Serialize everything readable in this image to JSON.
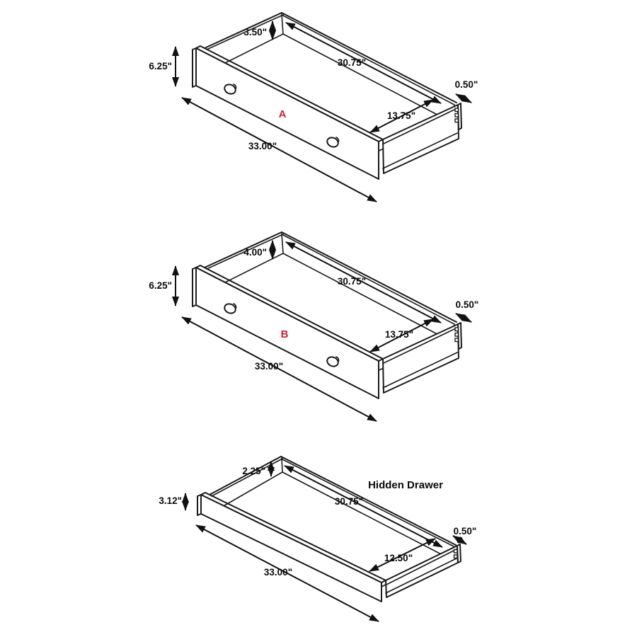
{
  "diagram": {
    "background": "#ffffff",
    "line_color": "#1a1a1a",
    "accent_color": "#cc2233"
  },
  "drawers": [
    {
      "letter": "A",
      "side_height": "3.50\"",
      "front_height": "6.25\"",
      "inner_width": "30.75\"",
      "side_thickness": "0.50\"",
      "inner_depth": "13.75\"",
      "overall_width": "33.00\""
    },
    {
      "letter": "B",
      "side_height": "4.00\"",
      "front_height": "6.25\"",
      "inner_width": "30.75\"",
      "side_thickness": "0.50\"",
      "inner_depth": "13.75\"",
      "overall_width": "33.00\""
    },
    {
      "name": "Hidden Drawer",
      "side_height": "2.25\"",
      "front_height": "3.12\"",
      "inner_width": "30.75\"",
      "side_thickness": "0.50\"",
      "inner_depth": "12.50\"",
      "overall_width": "33.00\""
    }
  ]
}
